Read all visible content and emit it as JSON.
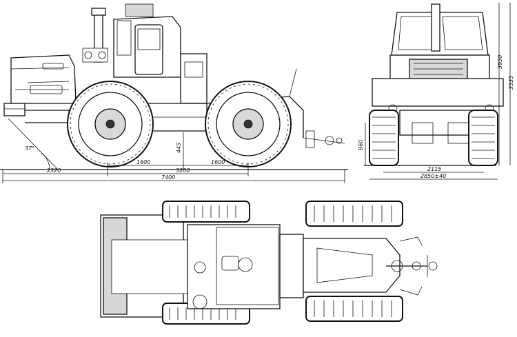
{
  "dimensions": {
    "front_overhang": "2320",
    "overall_length": "7400",
    "axle_half_front": "1600",
    "axle_half_rear": "1600",
    "wheelbase": "3200",
    "ground_clearance": "445",
    "approach_angle": "37°",
    "hitch_height": "860",
    "track_width": "2115",
    "overall_width": "2850±40",
    "cab_height": "3535",
    "exhaust_height": "3950"
  }
}
